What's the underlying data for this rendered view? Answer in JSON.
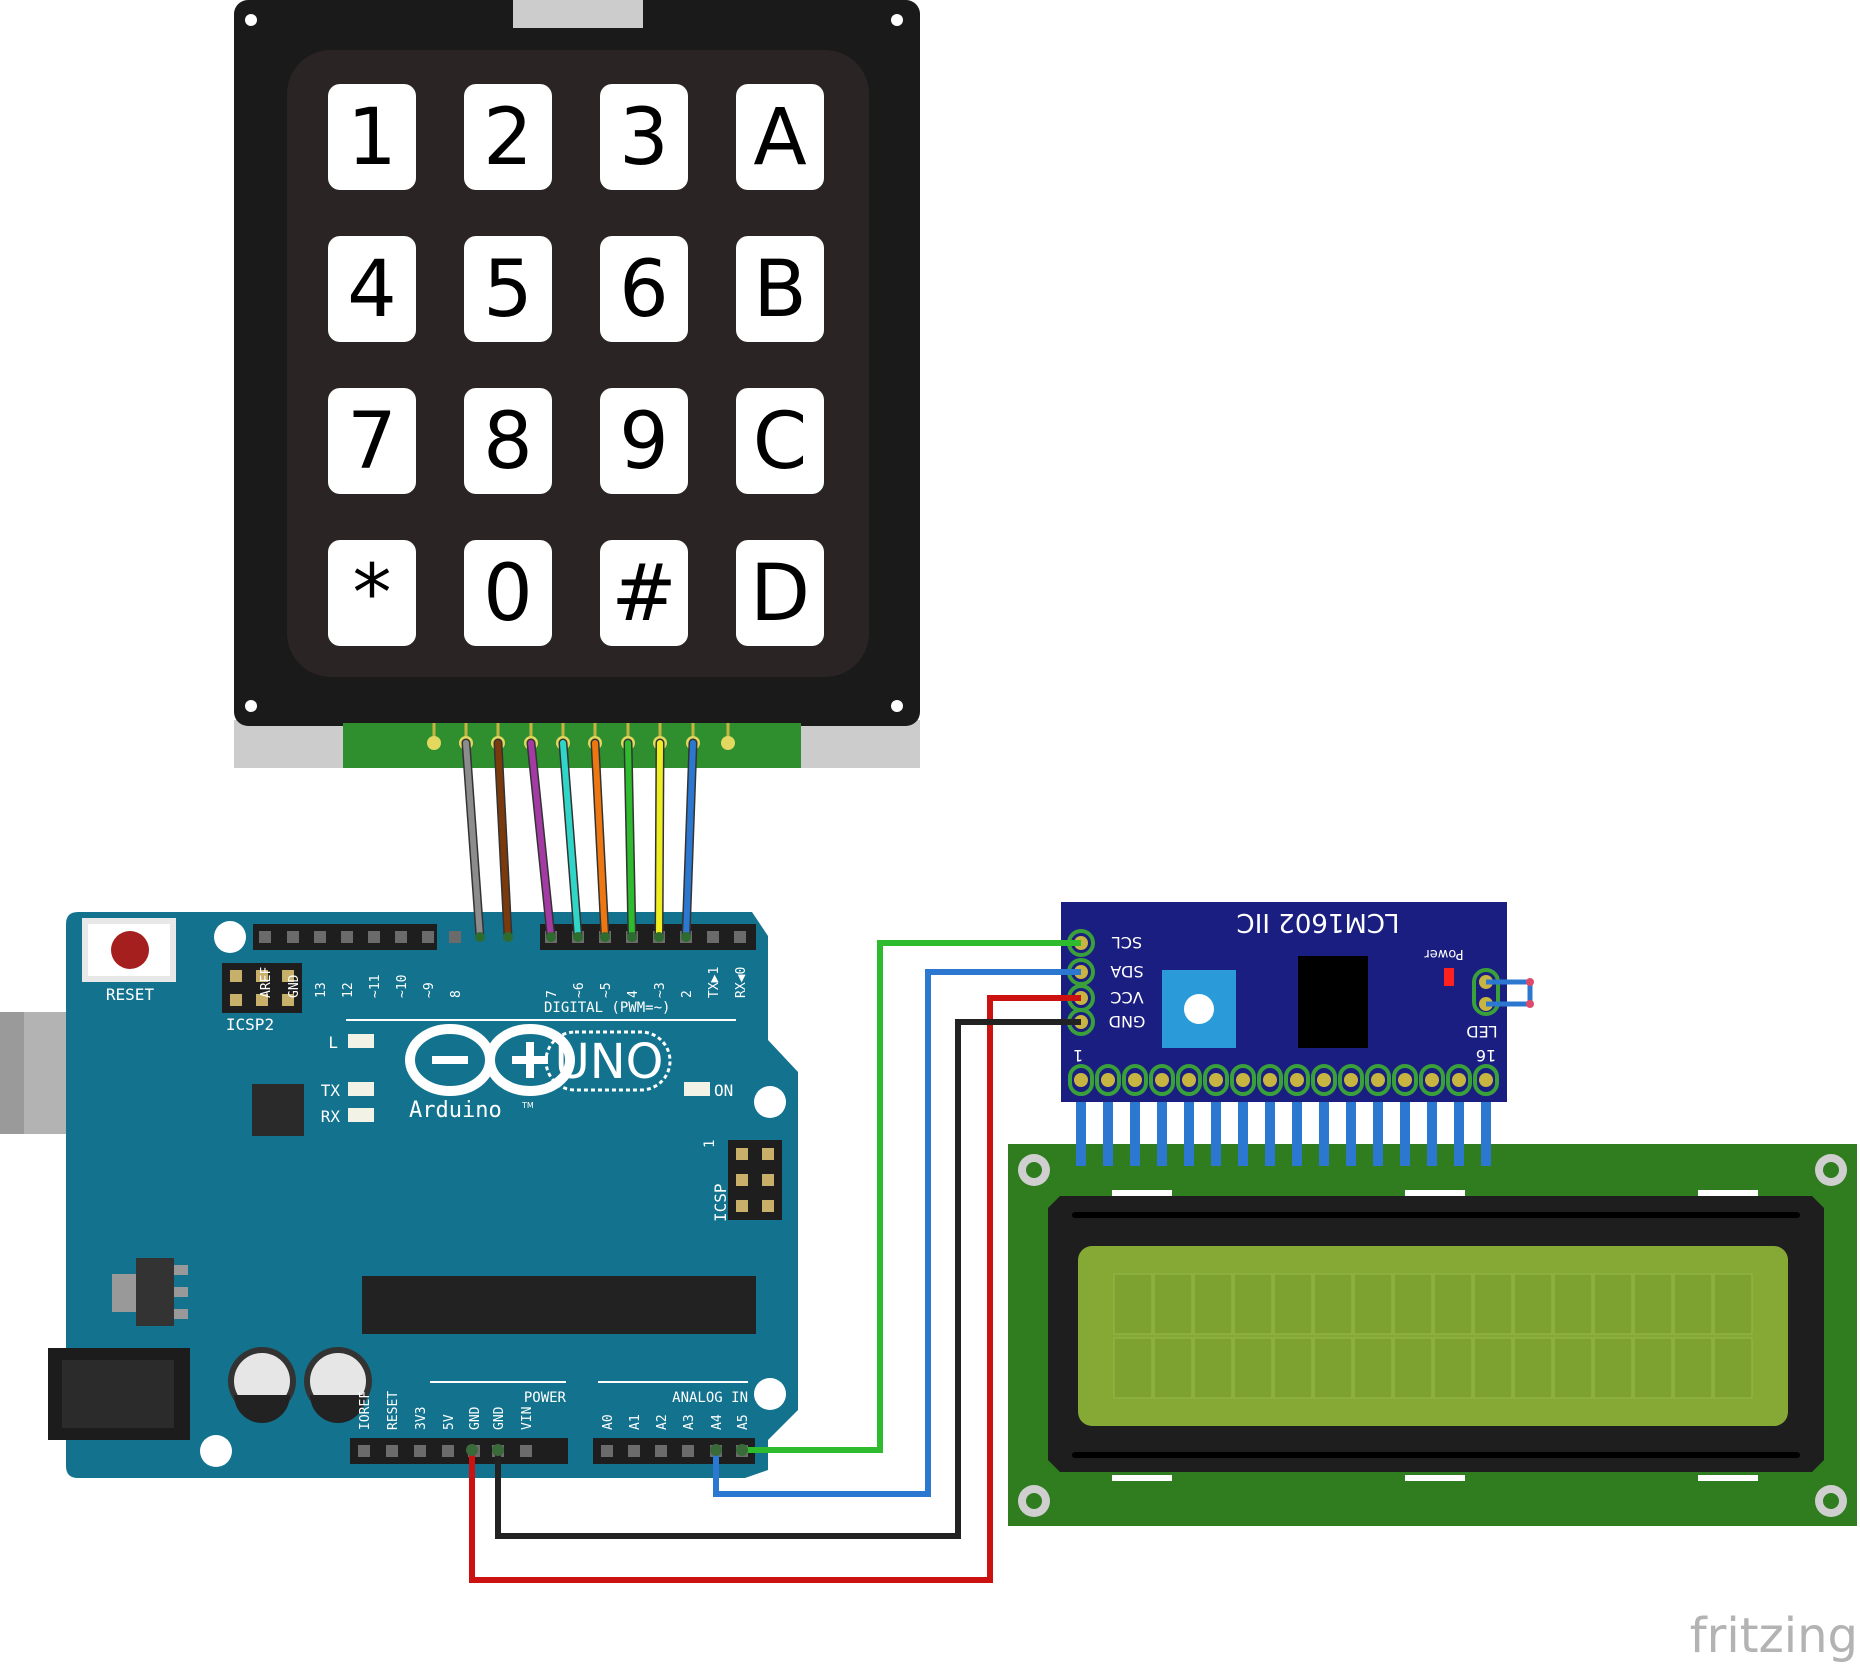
{
  "keypad": {
    "keys": [
      [
        "1",
        "2",
        "3",
        "A"
      ],
      [
        "4",
        "5",
        "6",
        "B"
      ],
      [
        "7",
        "8",
        "9",
        "C"
      ],
      [
        "*",
        "0",
        "#",
        "D"
      ]
    ]
  },
  "arduino": {
    "reset_label": "RESET",
    "icsp2_label": "ICSP2",
    "icsp_label": "ICSP",
    "icsp_pin1": "1",
    "digital_label": "DIGITAL (PWM=~)",
    "power_label": "POWER",
    "analog_label": "ANALOG IN",
    "uno_label": "UNO",
    "arduino_label": "Arduino",
    "tm": "TM",
    "l_led": "L",
    "tx_led": "TX",
    "rx_led": "RX",
    "on_led": "ON",
    "digital_pins": [
      "AREF",
      "GND",
      "13",
      "12",
      "~11",
      "~10",
      "~9",
      "8",
      "7",
      "~6",
      "~5",
      "4",
      "~3",
      "2",
      "TX▶1",
      "RX◀0"
    ],
    "power_pins": [
      "IOREF",
      "RESET",
      "3V3",
      "5V",
      "GND",
      "GND",
      "VIN"
    ],
    "analog_pins": [
      "A0",
      "A1",
      "A2",
      "A3",
      "A4",
      "A5"
    ]
  },
  "i2c_module": {
    "title": "LCM1602 IIC",
    "power_label": "Power",
    "pins": [
      "SCL",
      "SDA",
      "VCC",
      "GND"
    ],
    "pin1_label": "1",
    "pin16_label": "16",
    "led_label": "LED"
  },
  "watermark": "fritzing",
  "colors": {
    "keypad_body": "#1a1a1a",
    "keypad_inner": "#2b2424",
    "board": "#13738f",
    "pcb_green": "#2f7d1f",
    "lcd_screen": "#86a834",
    "module_blue": "#1a1e80",
    "wire_green": "#2ebb2e",
    "wire_blue": "#2c78d0",
    "wire_red": "#cc1111",
    "wire_black": "#222222"
  },
  "keypad_wires": [
    "#8c8c8c",
    "#7a3a0c",
    "#a43aa4",
    "#2fd6c8",
    "#ee7711",
    "#2ebb2e",
    "#eeee22",
    "#2c78d0"
  ]
}
